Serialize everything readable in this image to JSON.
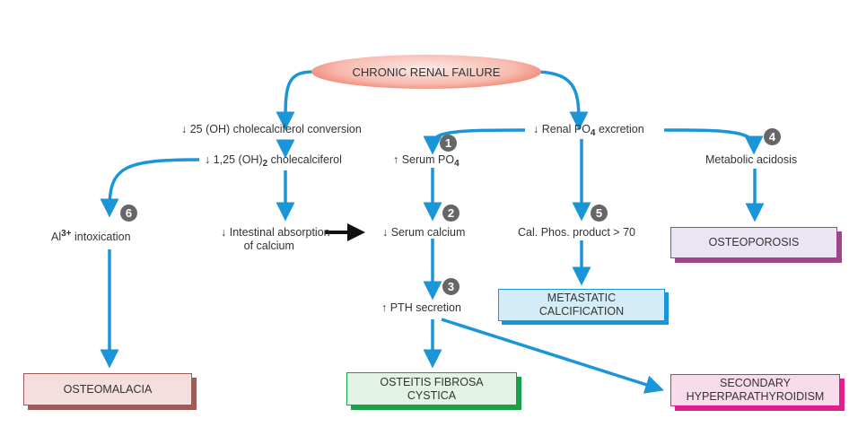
{
  "title": "CHRONIC RENAL FAILURE",
  "colors": {
    "arrow": "#1a96d8",
    "badge": "#666666",
    "ellipse_edge": "#e8563e",
    "osteomalacia_fill": "#f4dede",
    "osteomalacia_border": "#a05a5a",
    "osteitis_fill": "#e2f2e4",
    "osteitis_border": "#1aa04a",
    "metastatic_fill": "#d3ecf8",
    "metastatic_border": "#1a96d8",
    "osteoporosis_fill": "#ebe4f2",
    "osteoporosis_border": "#a0458a",
    "hyperpara_fill": "#f8dcec",
    "hyperpara_border": "#e0208a"
  },
  "nodes": {
    "vitd_conversion": {
      "arrow": "↓",
      "text": "25 (OH) cholecalciferol conversion"
    },
    "calcitriol": {
      "arrow": "↓",
      "pre": "1,25 (OH)",
      "sub": "2",
      "post": " cholecalciferol"
    },
    "al_intox": {
      "pre": "Al",
      "sup": "3+",
      "post": " intoxication"
    },
    "intestinal": {
      "line1": "↓ Intestinal absorption",
      "line2": "of calcium"
    },
    "renal_po4": {
      "pre": "↓ Renal PO",
      "sub": "4",
      "post": " excretion"
    },
    "serum_po4": {
      "pre": "↑  Serum PO",
      "sub": "4"
    },
    "serum_calcium": {
      "text": "↓  Serum calcium"
    },
    "pth": {
      "text": "↑  PTH secretion"
    },
    "cal_phos": {
      "text": "Cal. Phos. product > 70"
    },
    "metabolic_acidosis": {
      "text": "Metabolic acidosis"
    }
  },
  "badges": [
    "1",
    "2",
    "3",
    "4",
    "5",
    "6"
  ],
  "outcomes": {
    "osteomalacia": "OSTEOMALACIA",
    "osteitis_line1": "OSTEITIS FIBROSA",
    "osteitis_line2": "CYSTICA",
    "metastatic_line1": "METASTATIC",
    "metastatic_line2": "CALCIFICATION",
    "osteoporosis": "OSTEOPOROSIS",
    "hyperpara_line1": "SECONDARY",
    "hyperpara_line2": "HYPERPARATHYROIDISM"
  }
}
